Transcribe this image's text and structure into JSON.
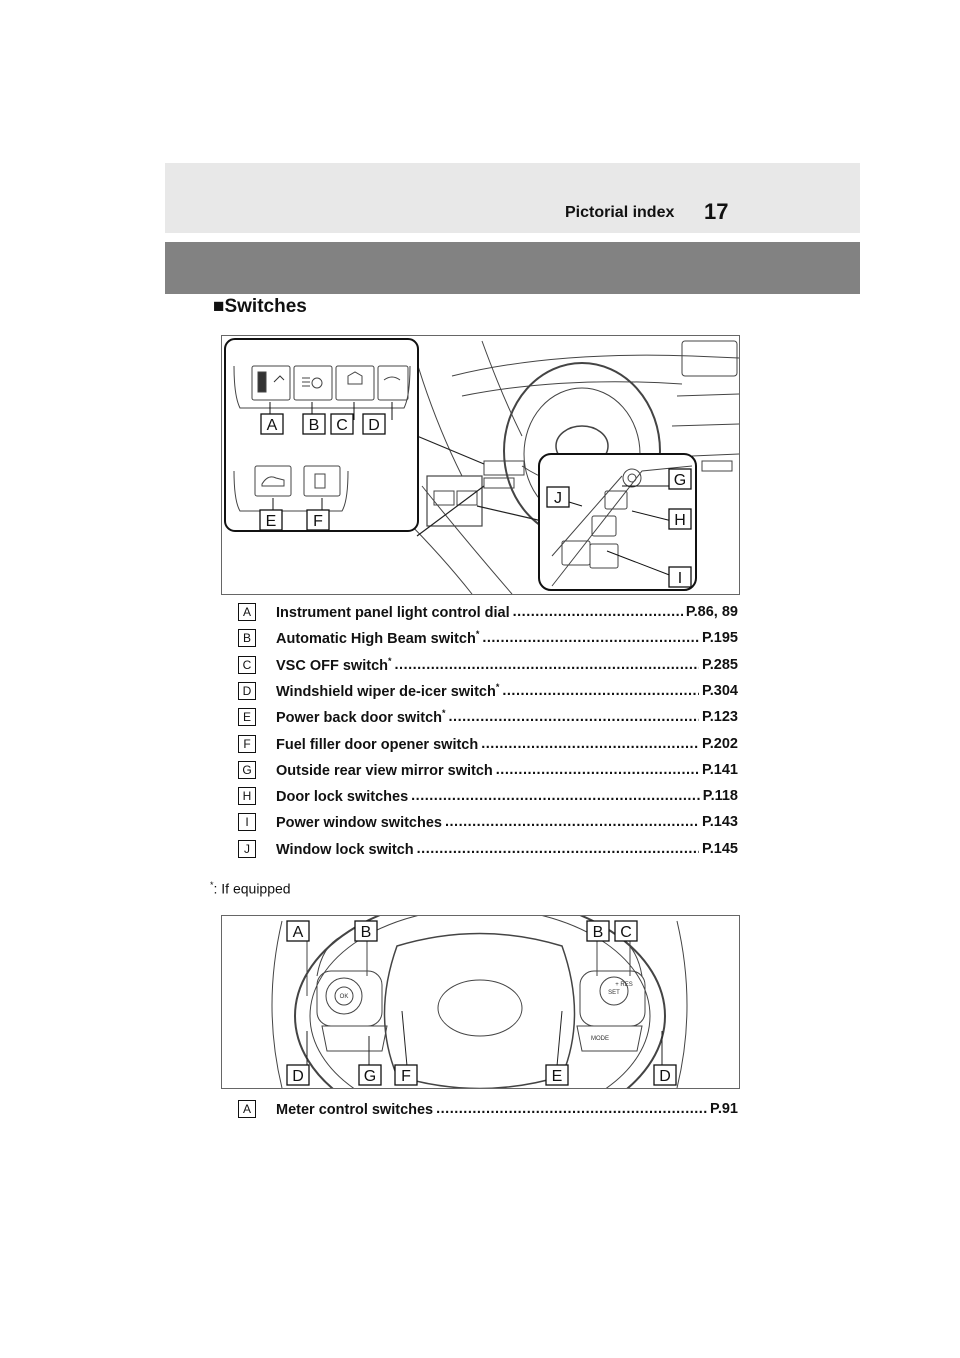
{
  "header": {
    "title": "Pictorial index",
    "page_number": "17"
  },
  "section": {
    "title": "■Switches"
  },
  "figure1": {
    "labels": [
      "A",
      "B",
      "C",
      "D",
      "E",
      "F",
      "G",
      "H",
      "I",
      "J"
    ]
  },
  "switch_list": [
    {
      "key": "A",
      "name": "Instrument panel light control dial",
      "asterisk": "",
      "ref": "P.86, 89"
    },
    {
      "key": "B",
      "name": "Automatic High Beam switch",
      "asterisk": "*",
      "ref": "P.195"
    },
    {
      "key": "C",
      "name": "VSC OFF switch",
      "asterisk": "*",
      "ref": "P.285"
    },
    {
      "key": "D",
      "name": "Windshield wiper de-icer switch",
      "asterisk": "*",
      "ref": "P.304"
    },
    {
      "key": "E",
      "name": "Power back door switch",
      "asterisk": "*",
      "ref": "P.123"
    },
    {
      "key": "F",
      "name": "Fuel filler door opener switch",
      "asterisk": "",
      "ref": "P.202"
    },
    {
      "key": "G",
      "name": "Outside rear view mirror switch",
      "asterisk": "",
      "ref": "P.141"
    },
    {
      "key": "H",
      "name": "Door lock switches",
      "asterisk": "",
      "ref": "P.118"
    },
    {
      "key": "I",
      "name": "Power window switches",
      "asterisk": "",
      "ref": "P.143"
    },
    {
      "key": "J",
      "name": "Window lock switch",
      "asterisk": "",
      "ref": "P.145"
    }
  ],
  "footnote": {
    "mark": "*",
    "text": ": If equipped"
  },
  "figure2": {
    "labels": [
      "A",
      "B",
      "B",
      "C",
      "D",
      "G",
      "F",
      "E",
      "D"
    ],
    "button_text": {
      "ok": "OK",
      "mode": "MODE",
      "res": "+ RES",
      "set": "SET"
    }
  },
  "switch_list2": [
    {
      "key": "A",
      "name": "Meter control switches",
      "asterisk": "",
      "ref": "P.91"
    }
  ]
}
